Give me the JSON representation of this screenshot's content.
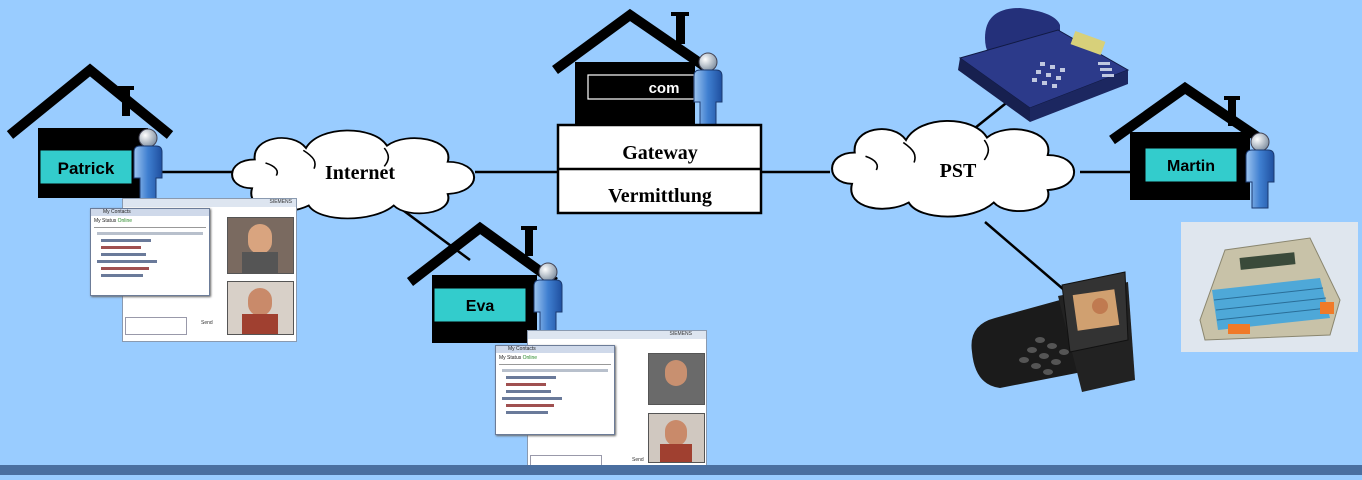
{
  "locations": {
    "patrick": "Patrick",
    "eva": "Eva",
    "martin": "Martin",
    "com": "com"
  },
  "clouds": {
    "internet": "Internet",
    "pst": "PST"
  },
  "gateway": {
    "top": "Gateway",
    "bottom": "Vermittlung"
  },
  "client_window": {
    "brand": "SIEMENS",
    "my_contacts": "My Contacts",
    "status_label": "My Status",
    "status_value": "Online",
    "send_label": "Send"
  },
  "colors": {
    "background": "#99ccff",
    "house": "#000000",
    "label_box": "#33cccc",
    "person": "#4f8fd8",
    "cloud": "#ffffff",
    "line": "#000000"
  }
}
